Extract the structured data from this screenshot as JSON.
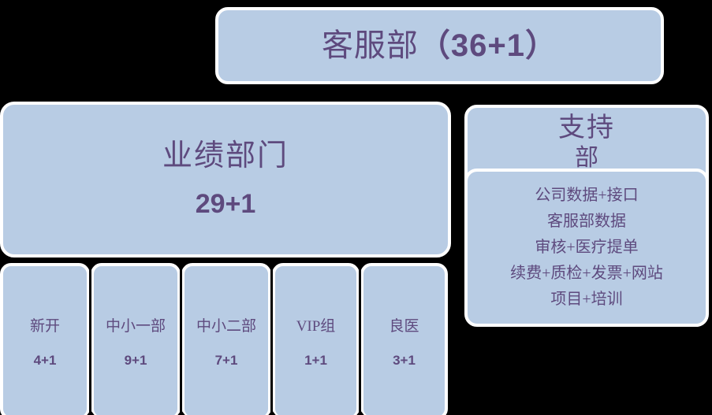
{
  "diagram": {
    "root": {
      "name": "客服部",
      "count": "（36+1）"
    },
    "performance": {
      "name": "业绩部门",
      "count": "29+1"
    },
    "support": {
      "name": "支持",
      "subtitle": "部",
      "items": [
        "公司数据+接口",
        "客服部数据",
        "审核+医疗提单",
        "续费+质检+发票+网站",
        "项目+培训"
      ]
    },
    "children": [
      {
        "label": "新开",
        "count": "4+1"
      },
      {
        "label": "中小一部",
        "count": "9+1"
      },
      {
        "label": "中小二部",
        "count": "7+1"
      },
      {
        "label": "VIP组",
        "count": "1+1"
      },
      {
        "label": "良医",
        "count": "3+1"
      }
    ]
  },
  "colors": {
    "node_fill": "#b8cce4",
    "node_border": "#ffffff",
    "text": "#5e4a7e",
    "background": "#000000",
    "connector": "#000000"
  }
}
